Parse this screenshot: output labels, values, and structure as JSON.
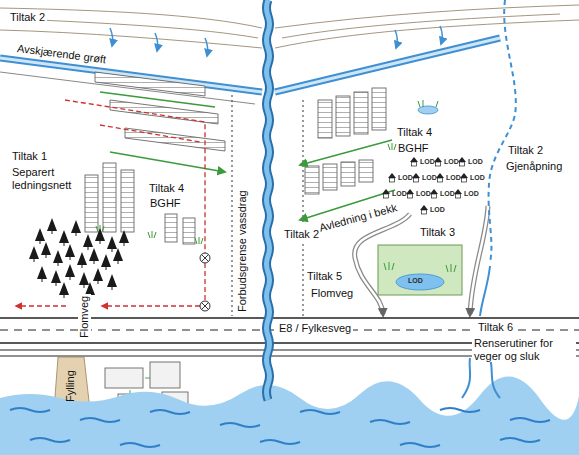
{
  "diagram": {
    "labels": [
      "Tiltak 2",
      "Avskjærende grøft",
      "Tiltak 1",
      "Separert ledningsnett",
      "Tiltak 4",
      "BGHF",
      "Forbudsgrense vassdrag",
      "Tiltak 4",
      "BGHF",
      "Tiltak 2",
      "Avledning i bekk",
      "Tiltak 2",
      "Gjenåpning",
      "LOD",
      "LOD",
      "LOD",
      "LOD",
      "LOD",
      "LOD",
      "LOD",
      "LOD",
      "LOD",
      "LOD",
      "LOD",
      "LOD",
      "Tiltak 3",
      "LOD",
      "Tiltak 5",
      "Flomveg",
      "Flomveg",
      "Fylling",
      "E8 / Fylkesveg",
      "Tiltak 6",
      "Renserutiner for veger og sluk"
    ]
  }
}
